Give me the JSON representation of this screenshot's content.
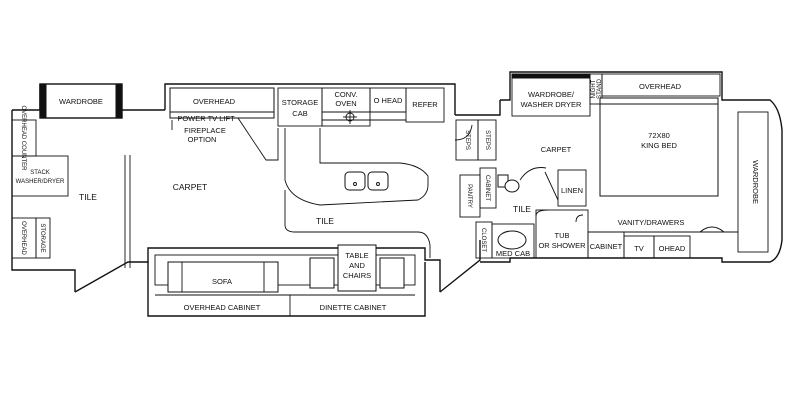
{
  "rooms": {
    "wardrobe_front": "WARDROBE",
    "overhead_counter": "OVERHEAD COUNTER",
    "stack_washer_dryer": [
      "STACK",
      "WASHER/DRYER"
    ],
    "overhead_left": "OVERHEAD",
    "storage_left": "STORAGE",
    "tile_left": "TILE",
    "carpet_living": "CARPET",
    "overhead_top": "OVERHEAD",
    "power_tv_lift": "POWER TV LIFT",
    "fireplace_option": [
      "FIREPLACE",
      "OPTION"
    ],
    "storage_cab": [
      "STORAGE",
      "CAB"
    ],
    "conv_oven": [
      "CONV.",
      "OVEN"
    ],
    "o_head": "O HEAD",
    "refer": "REFER",
    "tile_kitchen": "TILE",
    "sofa": "SOFA",
    "overhead_cabinet": "OVERHEAD CABINET",
    "table_and_chairs": [
      "TABLE",
      "AND",
      "CHAIRS"
    ],
    "dinette_cabinet": "DINETTE CABINET",
    "steps_left": "STEPS",
    "steps_right": "STEPS",
    "pantry": "PANTRY",
    "cabinet_vertical": "CABINET",
    "closet": "CLOSET",
    "med_cab": "MED CAB",
    "tile_bath": "TILE",
    "linen": "LINEN",
    "tub_or_shower": [
      "TUB",
      "OR SHOWER"
    ],
    "carpet_bedroom": "CARPET",
    "wardrobe_washer_dryer": [
      "WARDROBE/",
      "WASHER DRYER"
    ],
    "night_stand": [
      "NIGHT",
      "STAND"
    ],
    "overhead_bedroom": "OVERHEAD",
    "king_bed": [
      "72X80",
      "KING BED"
    ],
    "wardrobe_rear": "WARDROBE",
    "vanity_drawers": "VANITY/DRAWERS",
    "cabinet_bottom": "CABINET",
    "tv": "TV",
    "ohead": "OHEAD"
  }
}
